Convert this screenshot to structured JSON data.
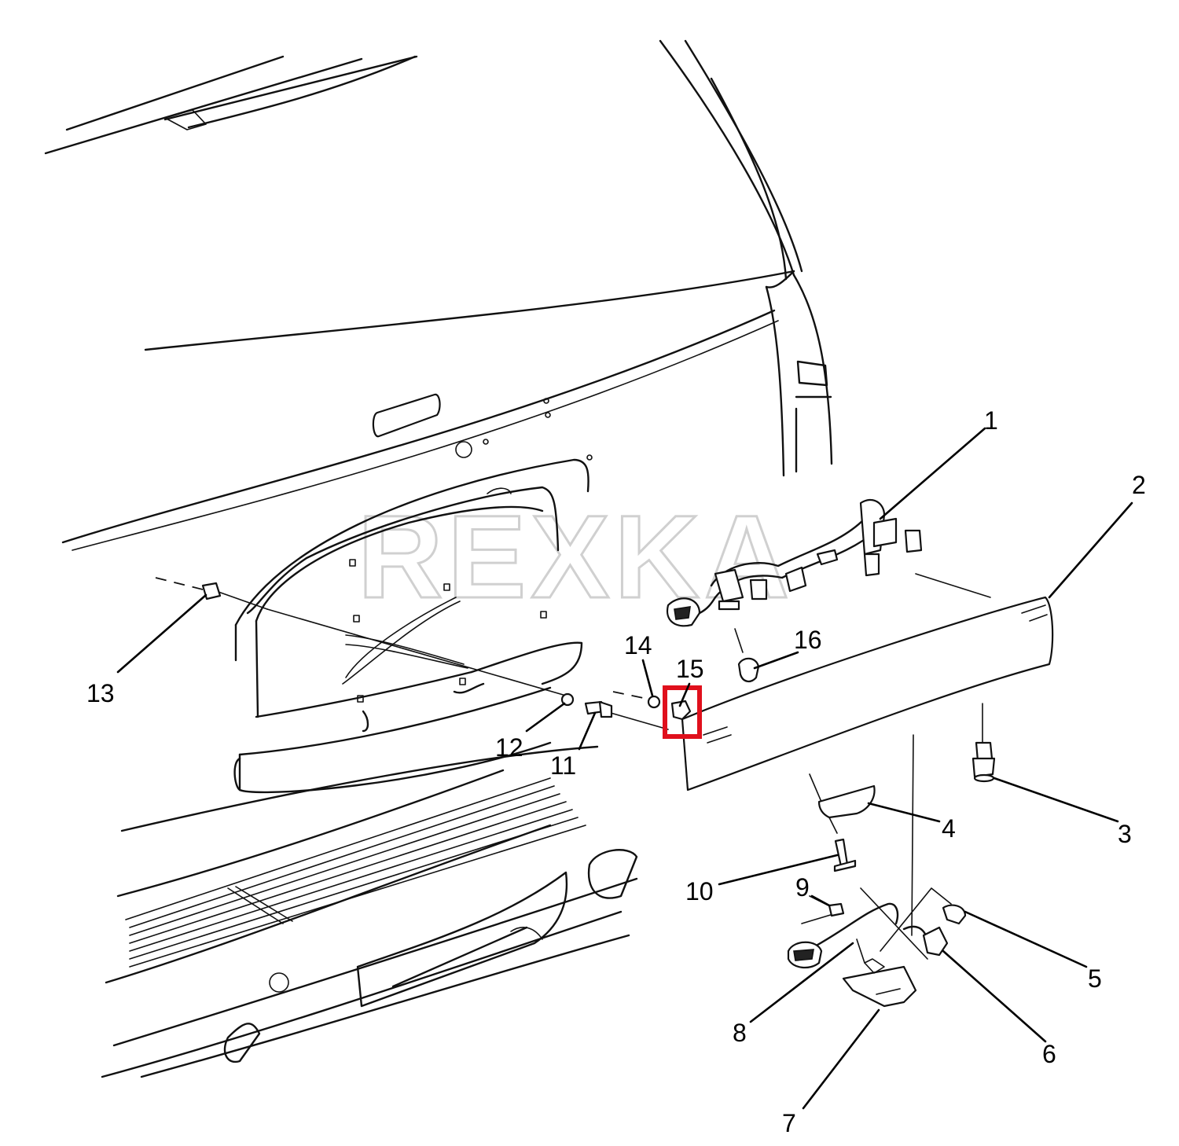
{
  "watermark": "REXKA",
  "highlight_color": "#e0101c",
  "callouts": [
    {
      "id": "1",
      "label": "1"
    },
    {
      "id": "2",
      "label": "2"
    },
    {
      "id": "3",
      "label": "3"
    },
    {
      "id": "4",
      "label": "4"
    },
    {
      "id": "5",
      "label": "5"
    },
    {
      "id": "6",
      "label": "6"
    },
    {
      "id": "7",
      "label": "7"
    },
    {
      "id": "8",
      "label": "8"
    },
    {
      "id": "9",
      "label": "9"
    },
    {
      "id": "10",
      "label": "10"
    },
    {
      "id": "11",
      "label": "11"
    },
    {
      "id": "12",
      "label": "12"
    },
    {
      "id": "13",
      "label": "13"
    },
    {
      "id": "14",
      "label": "14"
    },
    {
      "id": "15",
      "label": "15"
    },
    {
      "id": "16",
      "label": "16"
    }
  ],
  "highlighted_callout": "15"
}
